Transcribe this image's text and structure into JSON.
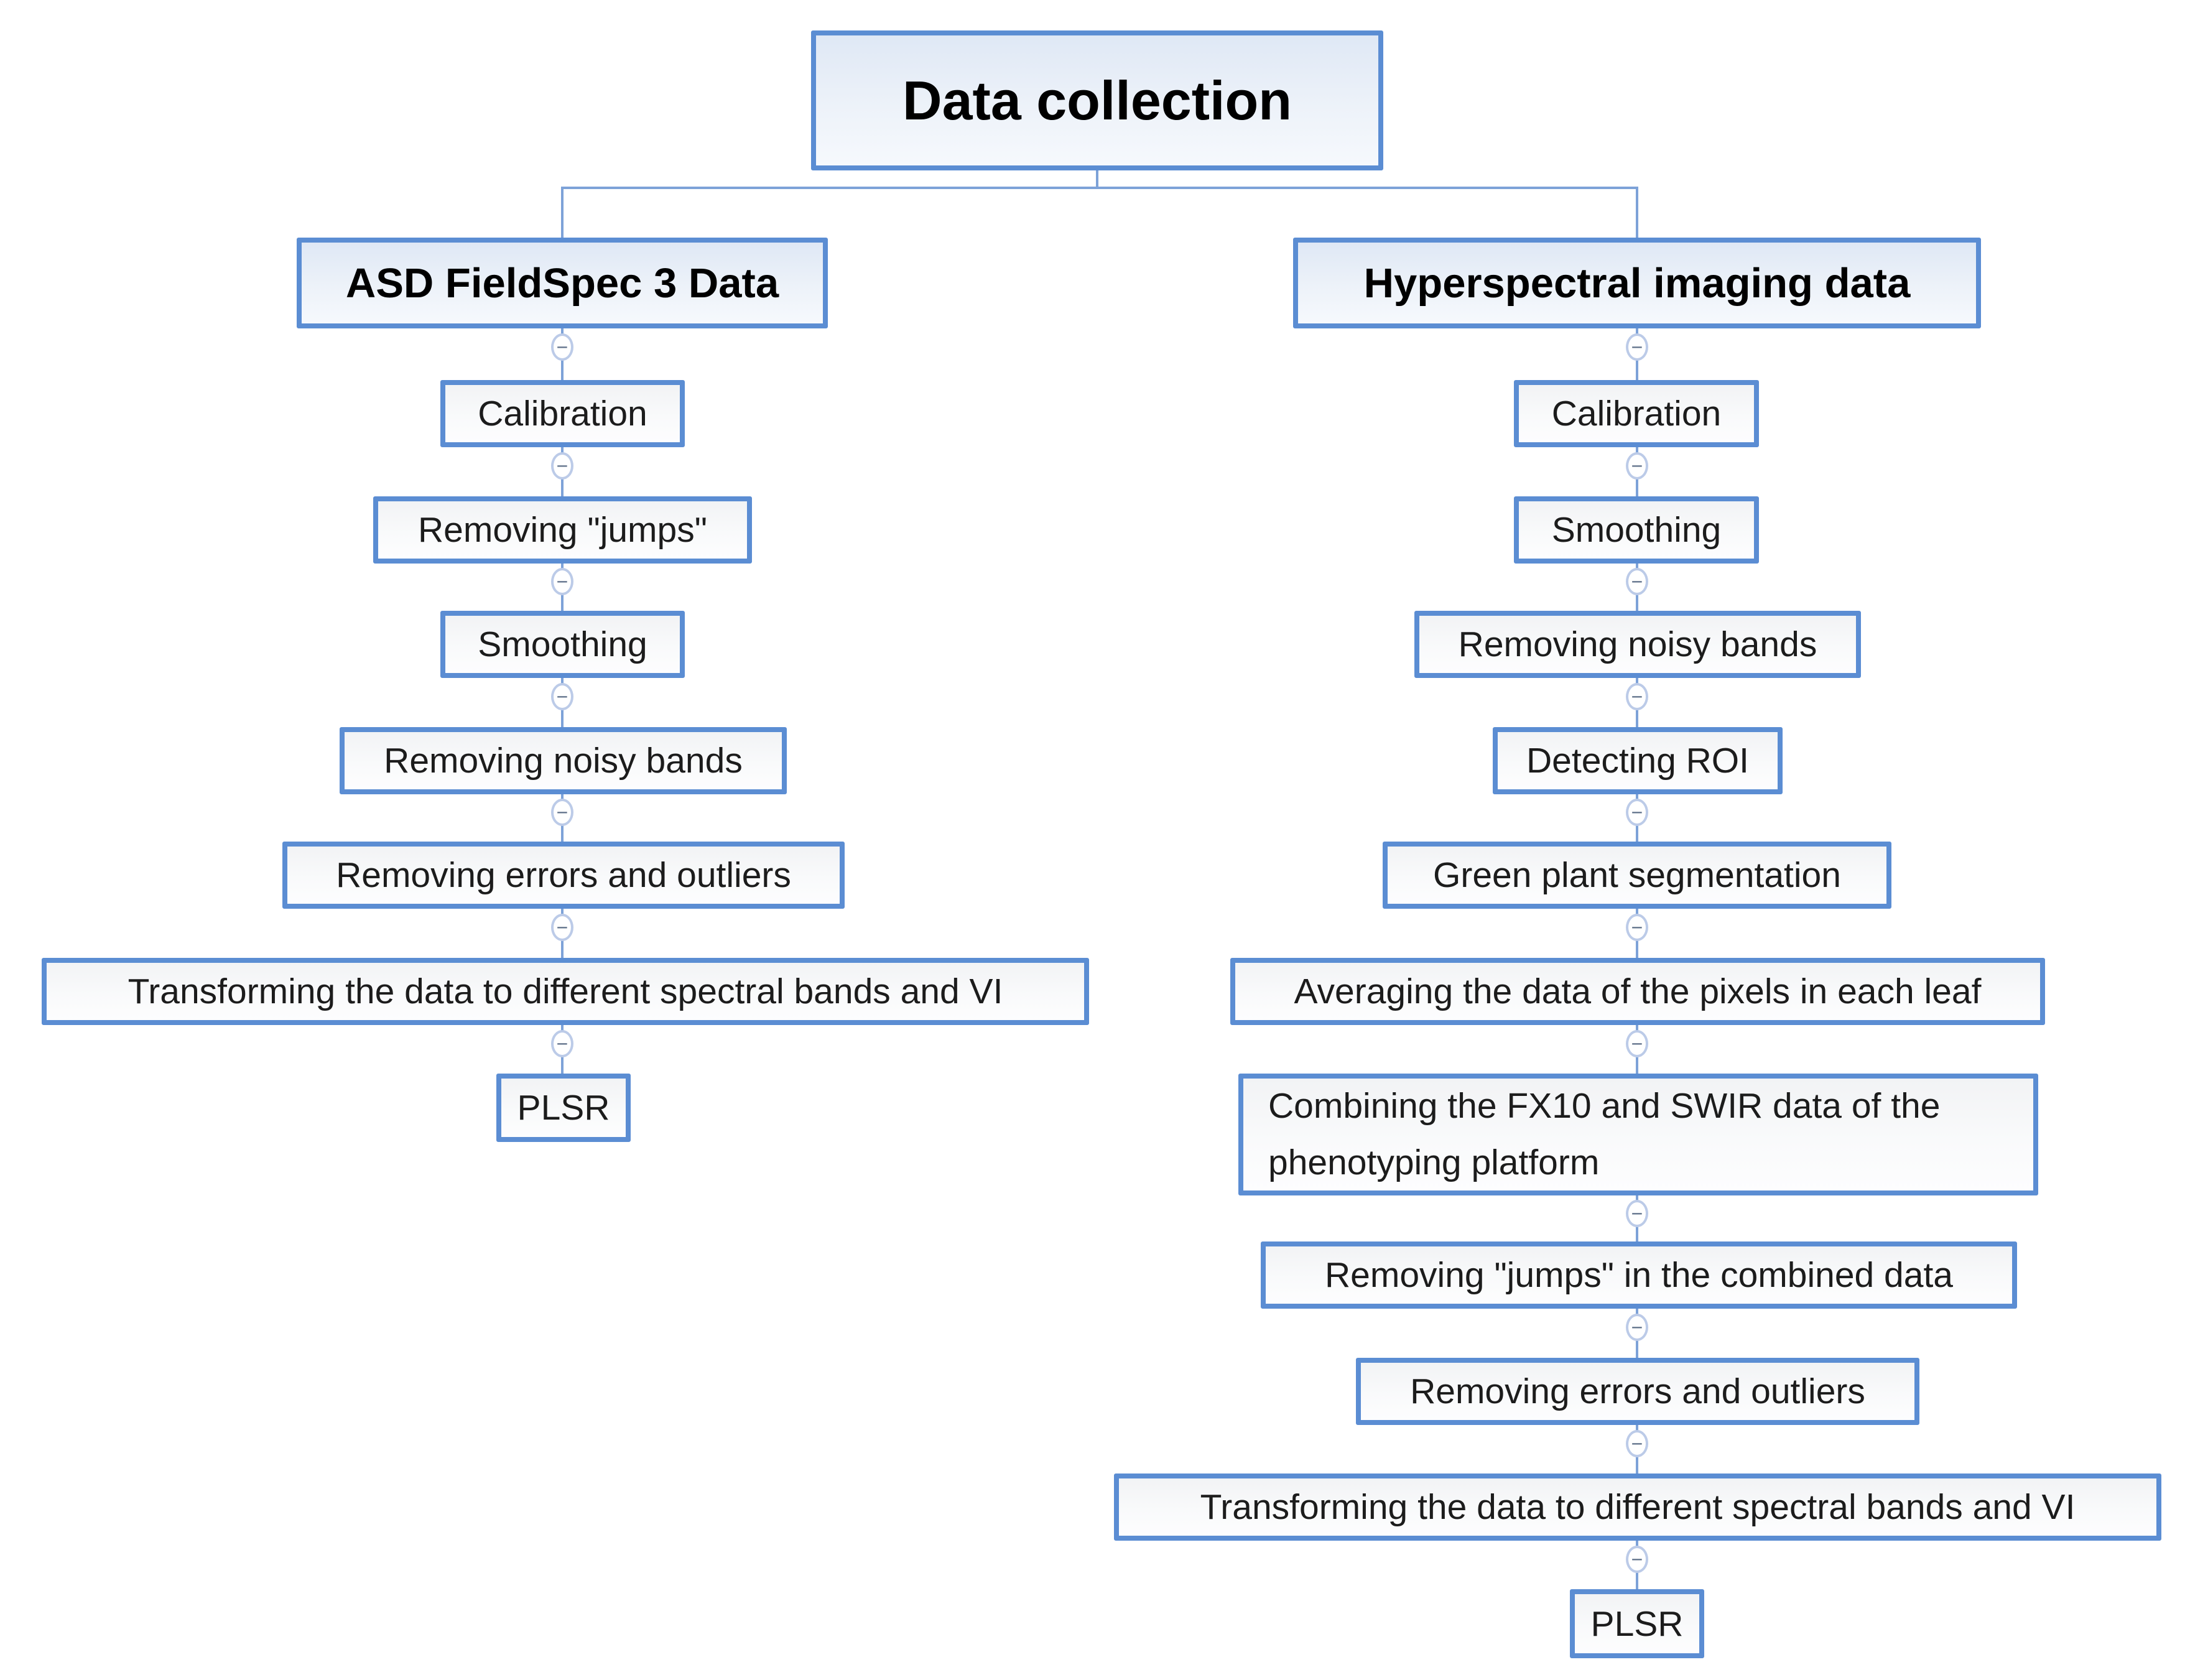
{
  "diagram": {
    "root_label": "Data collection",
    "columns": [
      {
        "header": "ASD FieldSpec 3 Data",
        "steps": [
          "Calibration",
          "Removing \"jumps\"",
          "Smoothing",
          "Removing noisy bands",
          "Removing errors and outliers",
          "Transforming the data to different spectral bands and VI",
          "PLSR"
        ]
      },
      {
        "header": "Hyperspectral imaging data",
        "steps": [
          "Calibration",
          "Smoothing",
          "Removing noisy bands",
          "Detecting ROI",
          "Green plant segmentation",
          "Averaging the data of the pixels in each leaf",
          "Combining the FX10 and SWIR data of the phenotyping platform",
          "Removing \"jumps\" in the combined data",
          "Removing errors and outliers",
          "Transforming the data to different spectral bands and VI",
          "PLSR"
        ]
      }
    ],
    "ui": {
      "toggle_glyph": "−"
    },
    "colors": {
      "node_border": "#5b8dd3",
      "connector_line": "#7da2d8",
      "header_fill_top": "#dfe8f5",
      "header_fill_bottom": "#f6f9fd",
      "step_fill_top": "#f2f3f5",
      "step_fill_bottom": "#fdfdfe",
      "toggle_border": "#bccbe8",
      "toggle_minus": "#5f7089",
      "text": "#1c1c1c"
    }
  }
}
